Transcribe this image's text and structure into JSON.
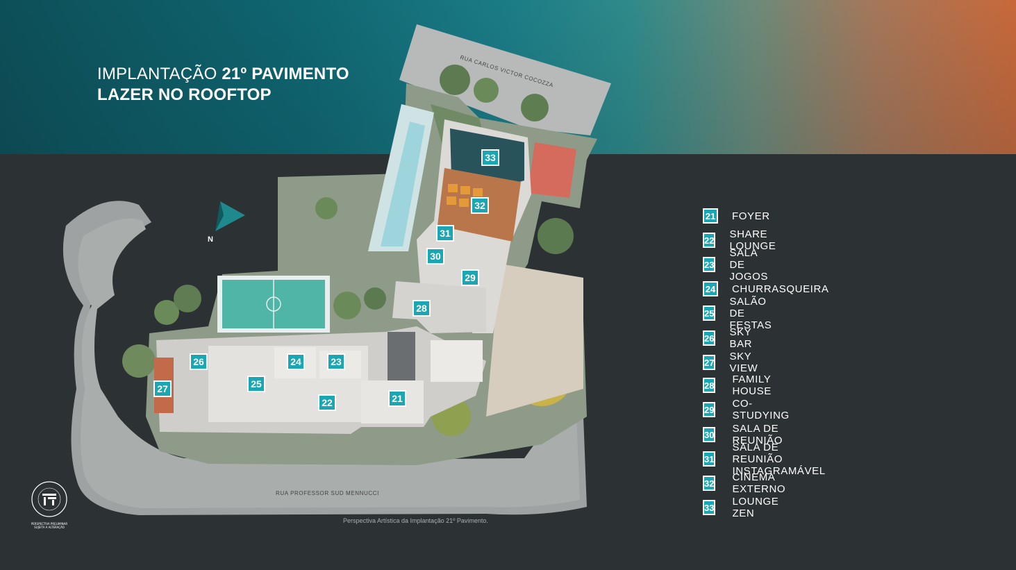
{
  "title": {
    "line1_light": "IMPLANTAÇÃO ",
    "line1_bold": "21º PAVIMENTO",
    "line2": "LAZER NO ROOFTOP"
  },
  "compass": {
    "label": "N"
  },
  "streets": {
    "top": "RUA CARLOS VICTOR COCOZZA",
    "bottom": "RUA PROFESSOR SUD MENNUCCI"
  },
  "caption": "Perspectiva Artística da Implantação 21º Pavimento.",
  "seal": {
    "text": "PERSPECTIVA PRELIMINAR SUJEITA A ALTERAÇÃO"
  },
  "legend": [
    {
      "num": "21",
      "label": "FOYER"
    },
    {
      "num": "22",
      "label": "SHARE LOUNGE"
    },
    {
      "num": "23",
      "label": "SALA DE JOGOS"
    },
    {
      "num": "24",
      "label": "CHURRASQUEIRA"
    },
    {
      "num": "25",
      "label": "SALÃO DE FESTAS"
    },
    {
      "num": "26",
      "label": "SKY BAR"
    },
    {
      "num": "27",
      "label": "SKY VIEW"
    },
    {
      "num": "28",
      "label": "FAMILY HOUSE"
    },
    {
      "num": "29",
      "label": "CO-STUDYING"
    },
    {
      "num": "30",
      "label": "SALA DE REUNIÃO"
    },
    {
      "num": "31",
      "label": "SALA DE REUNIÃO INSTAGRAMÁVEL"
    },
    {
      "num": "32",
      "label": "CINEMA EXTERNO"
    },
    {
      "num": "33",
      "label": "LOUNGE ZEN"
    }
  ],
  "colors": {
    "accent": "#1aa6b2",
    "background": "#2c3134",
    "band_left": "#0d4f58",
    "band_right": "#c8683a"
  }
}
